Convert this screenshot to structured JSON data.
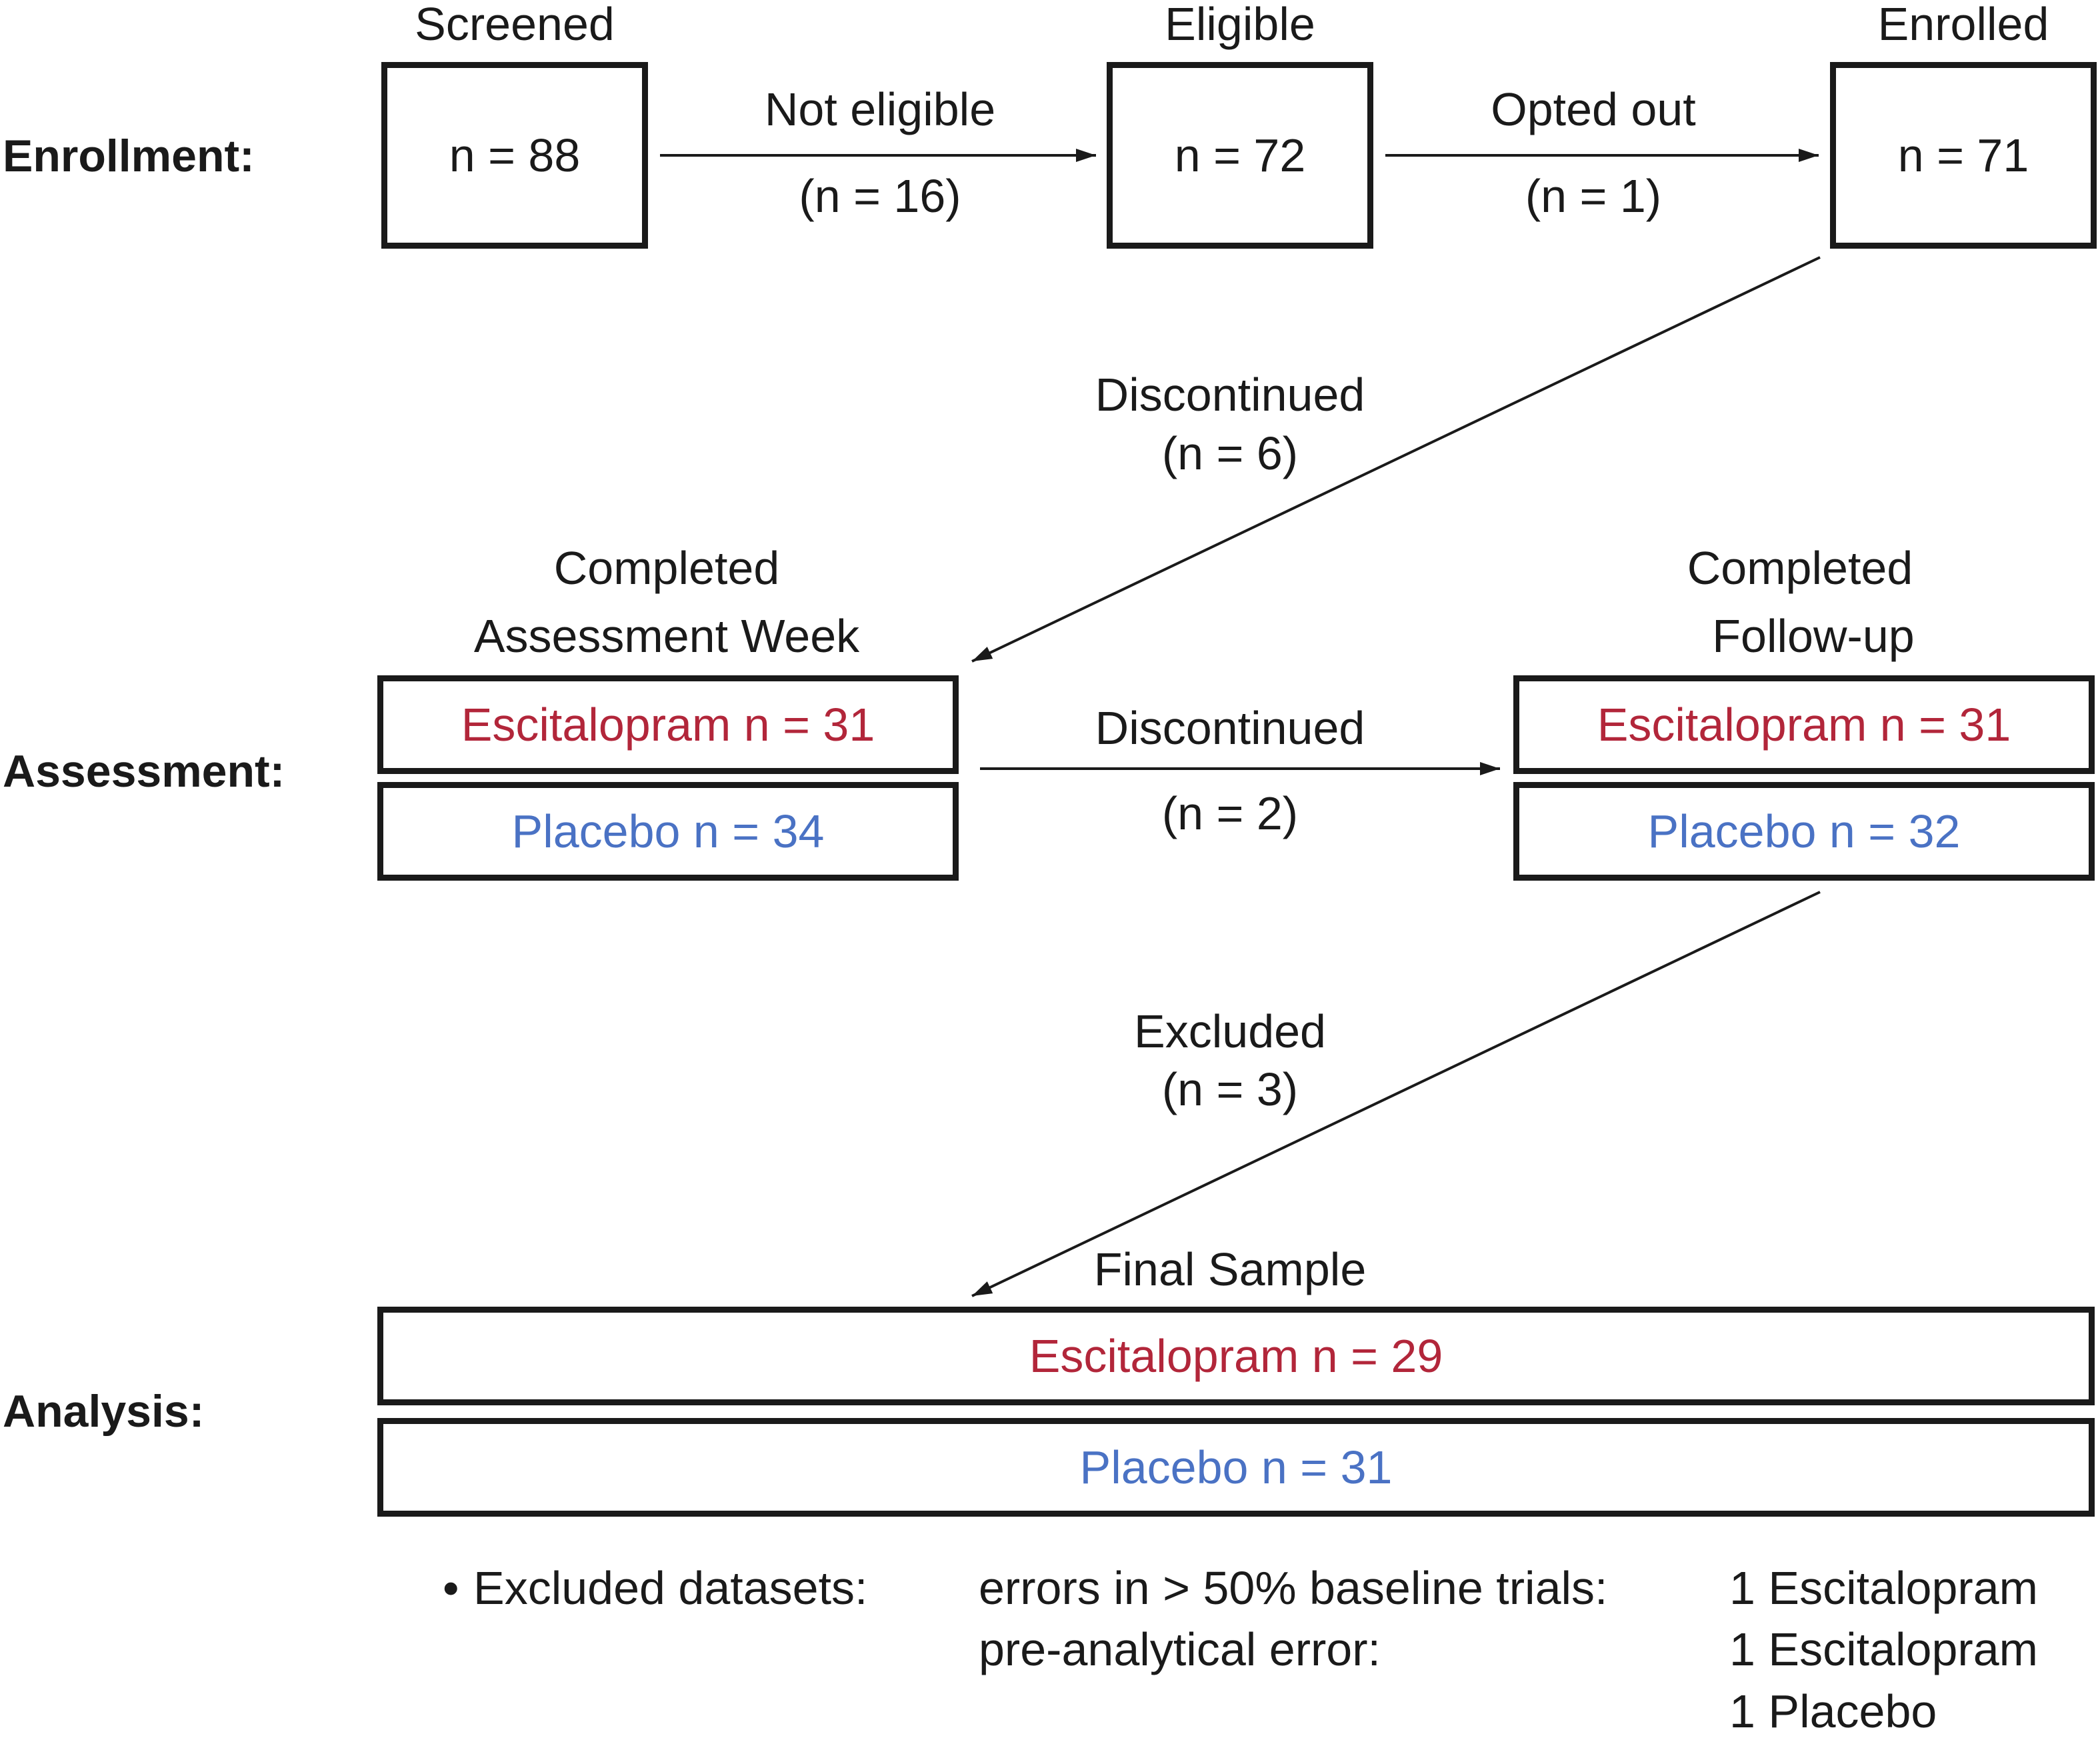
{
  "phases": {
    "enrollment": "Enrollment:",
    "assessment": "Assessment:",
    "analysis": "Analysis:"
  },
  "enrollment": {
    "screened": {
      "header": "Screened",
      "value": "n = 88"
    },
    "eligible": {
      "header": "Eligible",
      "value": "n = 72"
    },
    "enrolled": {
      "header": "Enrolled",
      "value": "n = 71"
    },
    "not_eligible": {
      "line1": "Not eligible",
      "line2": "(n = 16)"
    },
    "opted_out": {
      "line1": "Opted out",
      "line2": "(n = 1)"
    }
  },
  "transitions": {
    "discontinued_enrollment": {
      "line1": "Discontinued",
      "line2": "(n = 6)"
    },
    "discontinued_assessment": {
      "line1": "Discontinued",
      "line2": "(n = 2)"
    },
    "excluded": {
      "line1": "Excluded",
      "line2": "(n = 3)"
    }
  },
  "assessment": {
    "week": {
      "header_line1": "Completed",
      "header_line2": "Assessment Week",
      "escitalopram": "Escitalopram n = 31",
      "placebo": "Placebo n = 34"
    },
    "followup": {
      "header_line1": "Completed",
      "header_line2": "Follow-up",
      "escitalopram": "Escitalopram n = 31",
      "placebo": "Placebo n = 32"
    }
  },
  "analysis": {
    "header": "Final Sample",
    "escitalopram": "Escitalopram n = 29",
    "placebo": "Placebo n = 31"
  },
  "notes": {
    "bullet": "•",
    "title": "Excluded datasets:",
    "reasons": [
      "errors in > 50% baseline trials:",
      "pre-analytical error:"
    ],
    "counts": [
      "1 Escitalopram",
      "1 Escitalopram",
      "1 Placebo"
    ]
  },
  "colors": {
    "escitalopram": "#b2263a",
    "placebo": "#4a72c4",
    "lines": "#1a1a1a"
  }
}
